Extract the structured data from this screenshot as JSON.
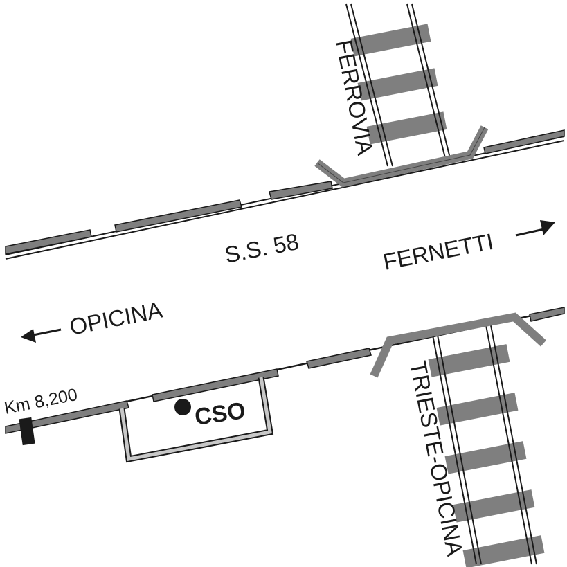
{
  "colors": {
    "background": "#ffffff",
    "ink": "#1a1a1a",
    "track_gray": "#7f7f7f",
    "outline_light": "#b3b3b3"
  },
  "labels": {
    "road": "S.S. 58",
    "direction_east": "FERNETTI",
    "direction_west": "OPICINA",
    "railway_north": "FERROVIA",
    "railway_south": "TRIESTE-OPICINA",
    "km_marker": "Km 8,200",
    "site": "CSO"
  },
  "icons": {
    "arrow_east": "arrow-right-icon",
    "arrow_west": "arrow-left-icon",
    "site_marker": "filled-circle-icon",
    "km_post": "milestone-icon"
  }
}
